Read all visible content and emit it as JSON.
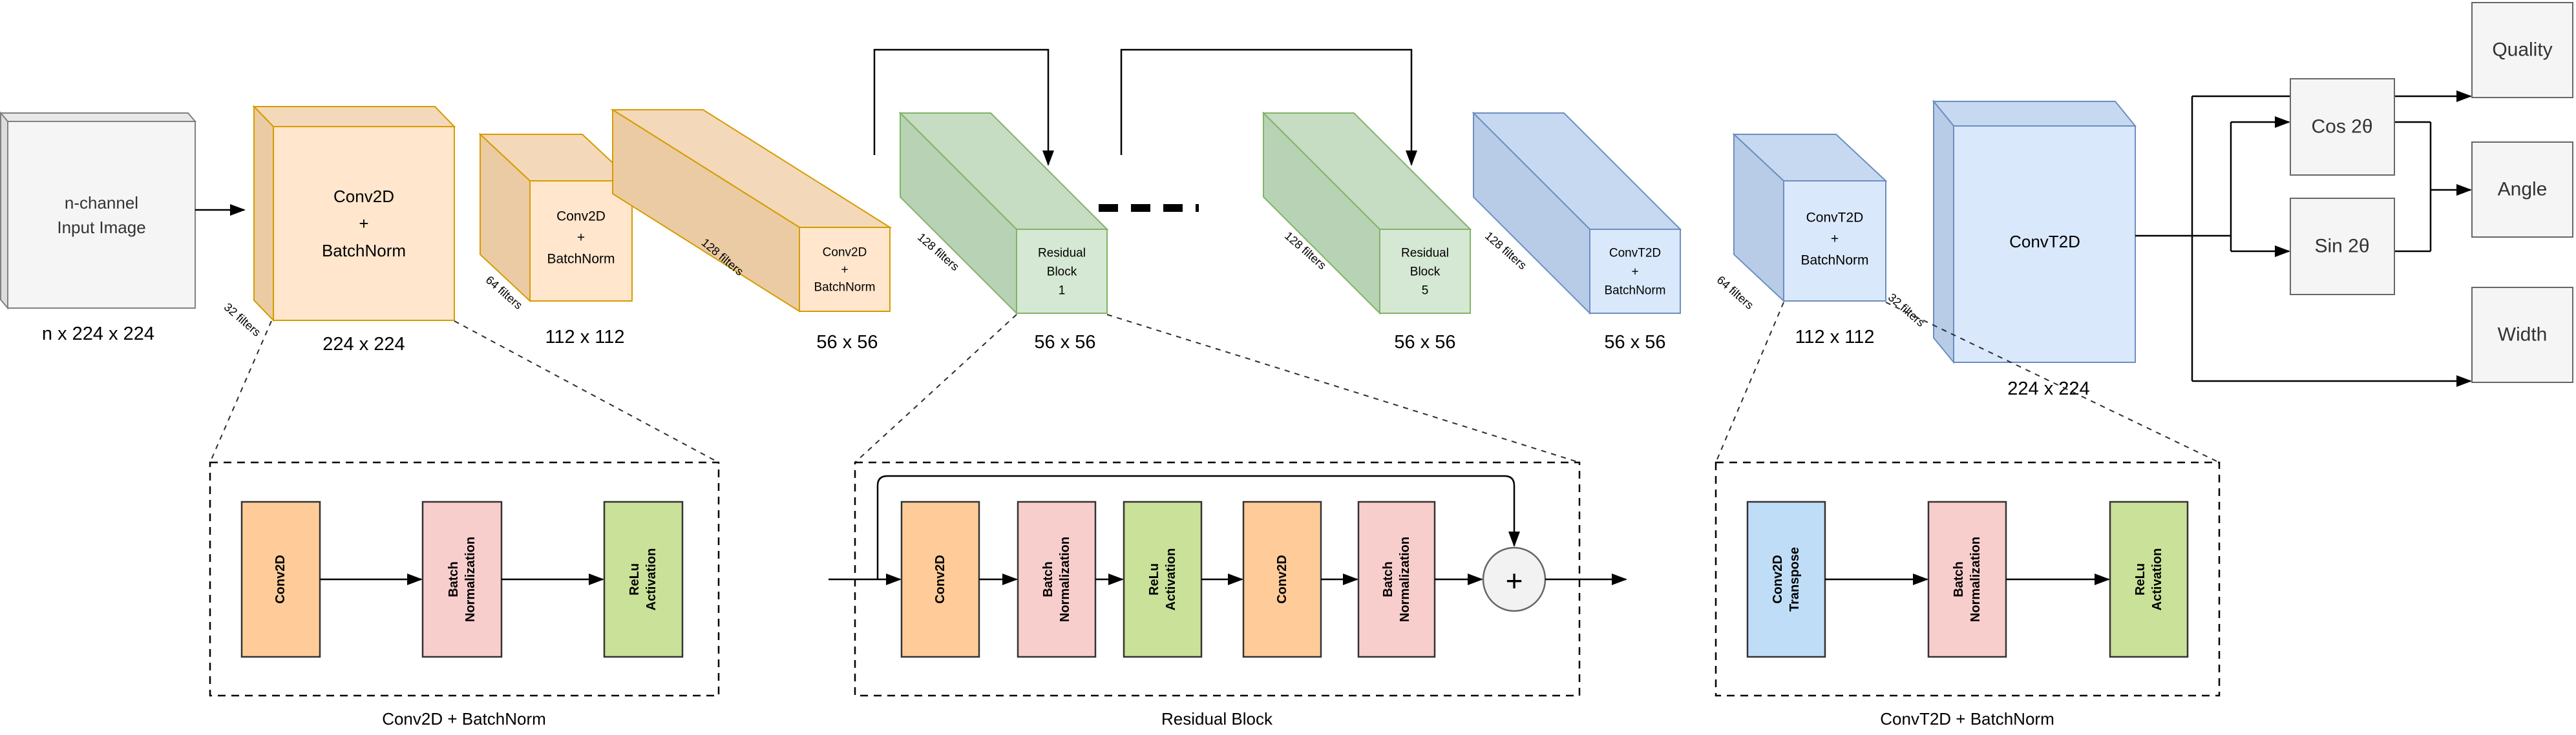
{
  "network": {
    "input": {
      "l1": "n-channel",
      "l2": "Input Image",
      "dim": "n x 224 x 224"
    },
    "conv1": {
      "l1": "Conv2D",
      "l2": "+",
      "l3": "BatchNorm",
      "filters": "32 filters",
      "dim": "224 x 224"
    },
    "conv2": {
      "l1": "Conv2D",
      "l2": "+",
      "l3": "BatchNorm",
      "filters": "64 filters",
      "dim": "112 x 112"
    },
    "conv3": {
      "l1": "Conv2D",
      "l2": "+",
      "l3": "BatchNorm",
      "filters": "128 filters",
      "dim": "56 x 56"
    },
    "res1": {
      "l1": "Residual",
      "l2": "Block",
      "l3": "1",
      "filters": "128 filters",
      "dim": "56 x 56"
    },
    "res5": {
      "l1": "Residual",
      "l2": "Block",
      "l3": "5",
      "filters": "128 filters",
      "dim": "56 x 56"
    },
    "convt1": {
      "l1": "ConvT2D",
      "l2": "+",
      "l3": "BatchNorm",
      "filters": "128 filters",
      "dim": "56 x 56"
    },
    "convt2": {
      "l1": "ConvT2D",
      "l2": "+",
      "l3": "BatchNorm",
      "filters": "64 filters",
      "dim": "112 x 112"
    },
    "convt3": {
      "l1": "ConvT2D",
      "filters": "32 filters",
      "dim": "224 x 224"
    },
    "outputs": {
      "quality": "Quality",
      "cos": "Cos 2θ",
      "sin": "Sin 2θ",
      "angle": "Angle",
      "width": "Width"
    }
  },
  "details": {
    "d1": {
      "caption": "Conv2D + BatchNorm",
      "b1l1": "Conv2D",
      "b2l1": "Batch",
      "b2l2": "Normalization",
      "b3l1": "ReLu",
      "b3l2": "Activation"
    },
    "d2": {
      "caption": "Residual Block",
      "b1l1": "Conv2D",
      "b2l1": "Batch",
      "b2l2": "Normalization",
      "b3l1": "ReLu",
      "b3l2": "Activation",
      "b4l1": "Conv2D",
      "b5l1": "Batch",
      "b5l2": "Normalization",
      "plus": "+"
    },
    "d3": {
      "caption": "ConvT2D + BatchNorm",
      "b1l1": "Conv2D",
      "b1l2": "Transpose",
      "b2l1": "Batch",
      "b2l2": "Normalization",
      "b3l1": "ReLu",
      "b3l2": "Activation"
    }
  },
  "colors": {
    "conv_fill": "#FFE6CC",
    "conv_stroke": "#D79B00",
    "res_fill": "#D5E8D4",
    "res_stroke": "#82B366",
    "convt_fill": "#DAE8FC",
    "convt_stroke": "#6C8EBF",
    "io_fill": "#F5F5F5",
    "io_stroke": "#666666",
    "detail_conv": "#FFCC99",
    "detail_batchnorm": "#F8CECC",
    "detail_relu": "#C9E198",
    "detail_convtranspose": "#BFDDF6"
  }
}
